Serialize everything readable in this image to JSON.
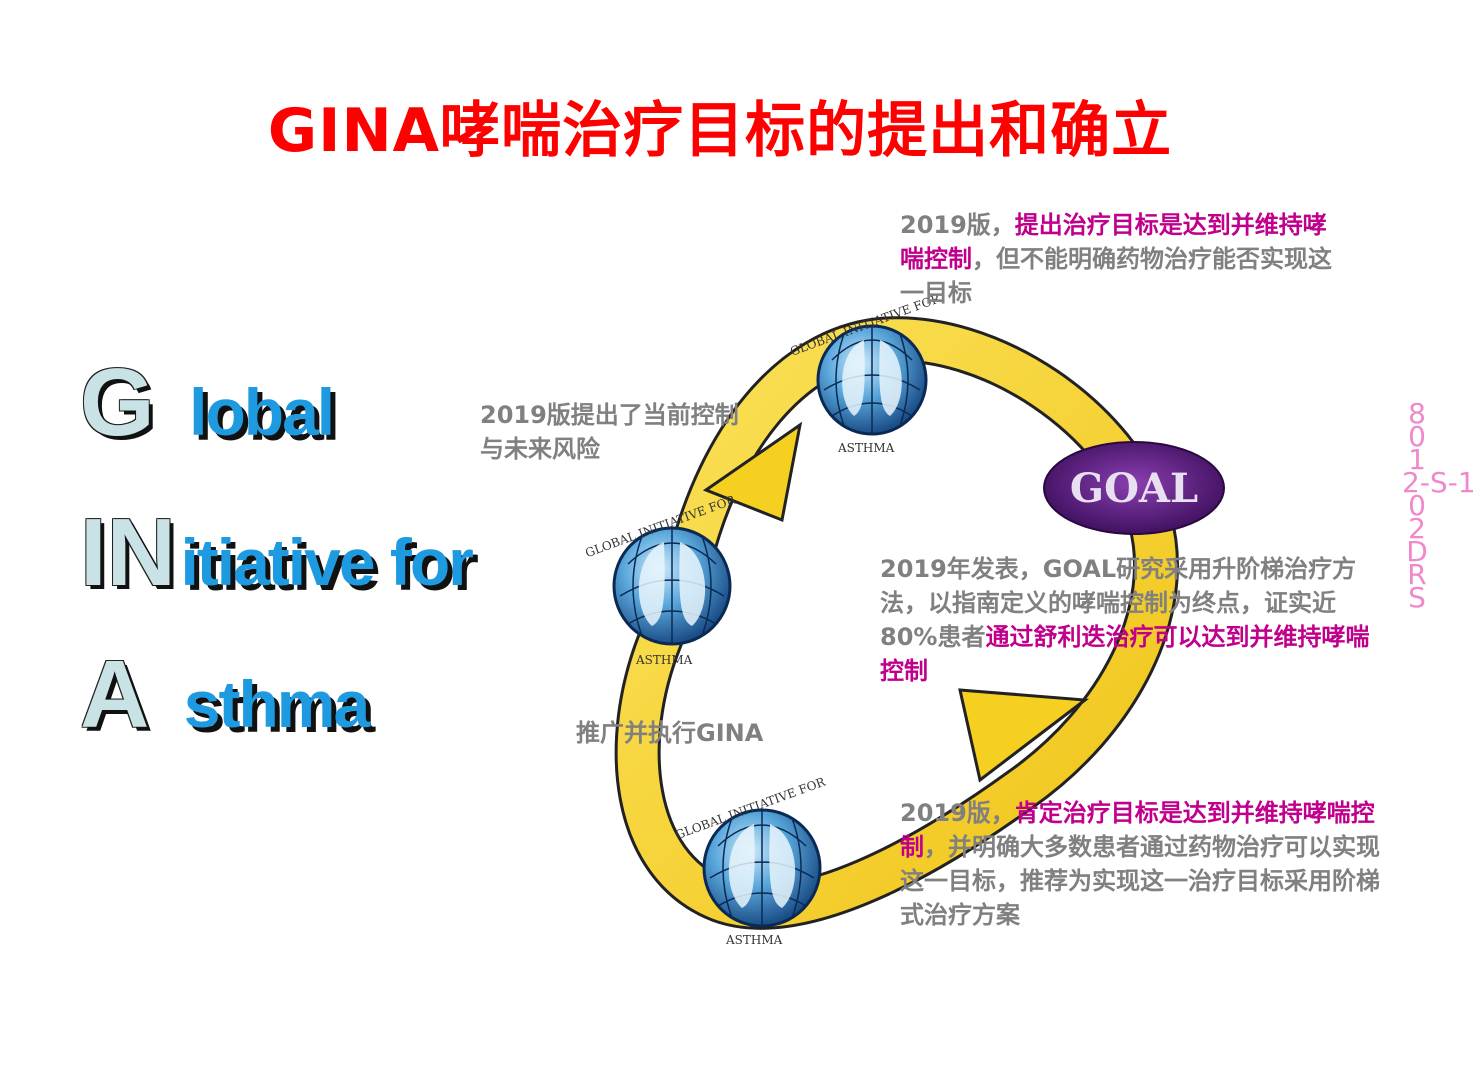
{
  "slide": {
    "title": "GINA哮喘治疗目标的提出和确立",
    "acronym": [
      {
        "cap": "G",
        "rest": "lobal"
      },
      {
        "cap": "IN",
        "rest": "itiative for"
      },
      {
        "cap": "A",
        "rest": "sthma"
      }
    ],
    "notes": {
      "top_a": "2019版，",
      "top_hl": "提出治疗目标是达到并维持哮喘控制",
      "top_b": "，但不能明确药物治疗能否实现这一目标",
      "left": "2019版提出了当前控制与未来风险",
      "goal_a": "2019年发表，GOAL研究采用升阶梯治疗方法，以指南定义的哮喘控制为终点，证实近80%患者",
      "goal_hl": "通过舒利迭治疗可以达到并维持哮喘控制",
      "bottom_a": "2019版，",
      "bottom_hl": "肯定治疗目标是达到并维持哮喘控制",
      "bottom_b": "，并明确大多数患者通过药物治疗可以实现这一目标，推荐为实现这一治疗目标采用阶梯式治疗方案",
      "promote": "推广并执行GINA"
    },
    "logo_ring_text": "GLOBAL INITIATIVE FOR",
    "logo_bottom_text": "ASTHMA",
    "goal_badge": "GOAL",
    "stamp": "8012‑S‑102DRS",
    "colors": {
      "title": "#ff0000",
      "highlight": "#c0008c",
      "note": "#808080",
      "arrow": "#f5d020",
      "letters": "#1e9ae0"
    }
  }
}
